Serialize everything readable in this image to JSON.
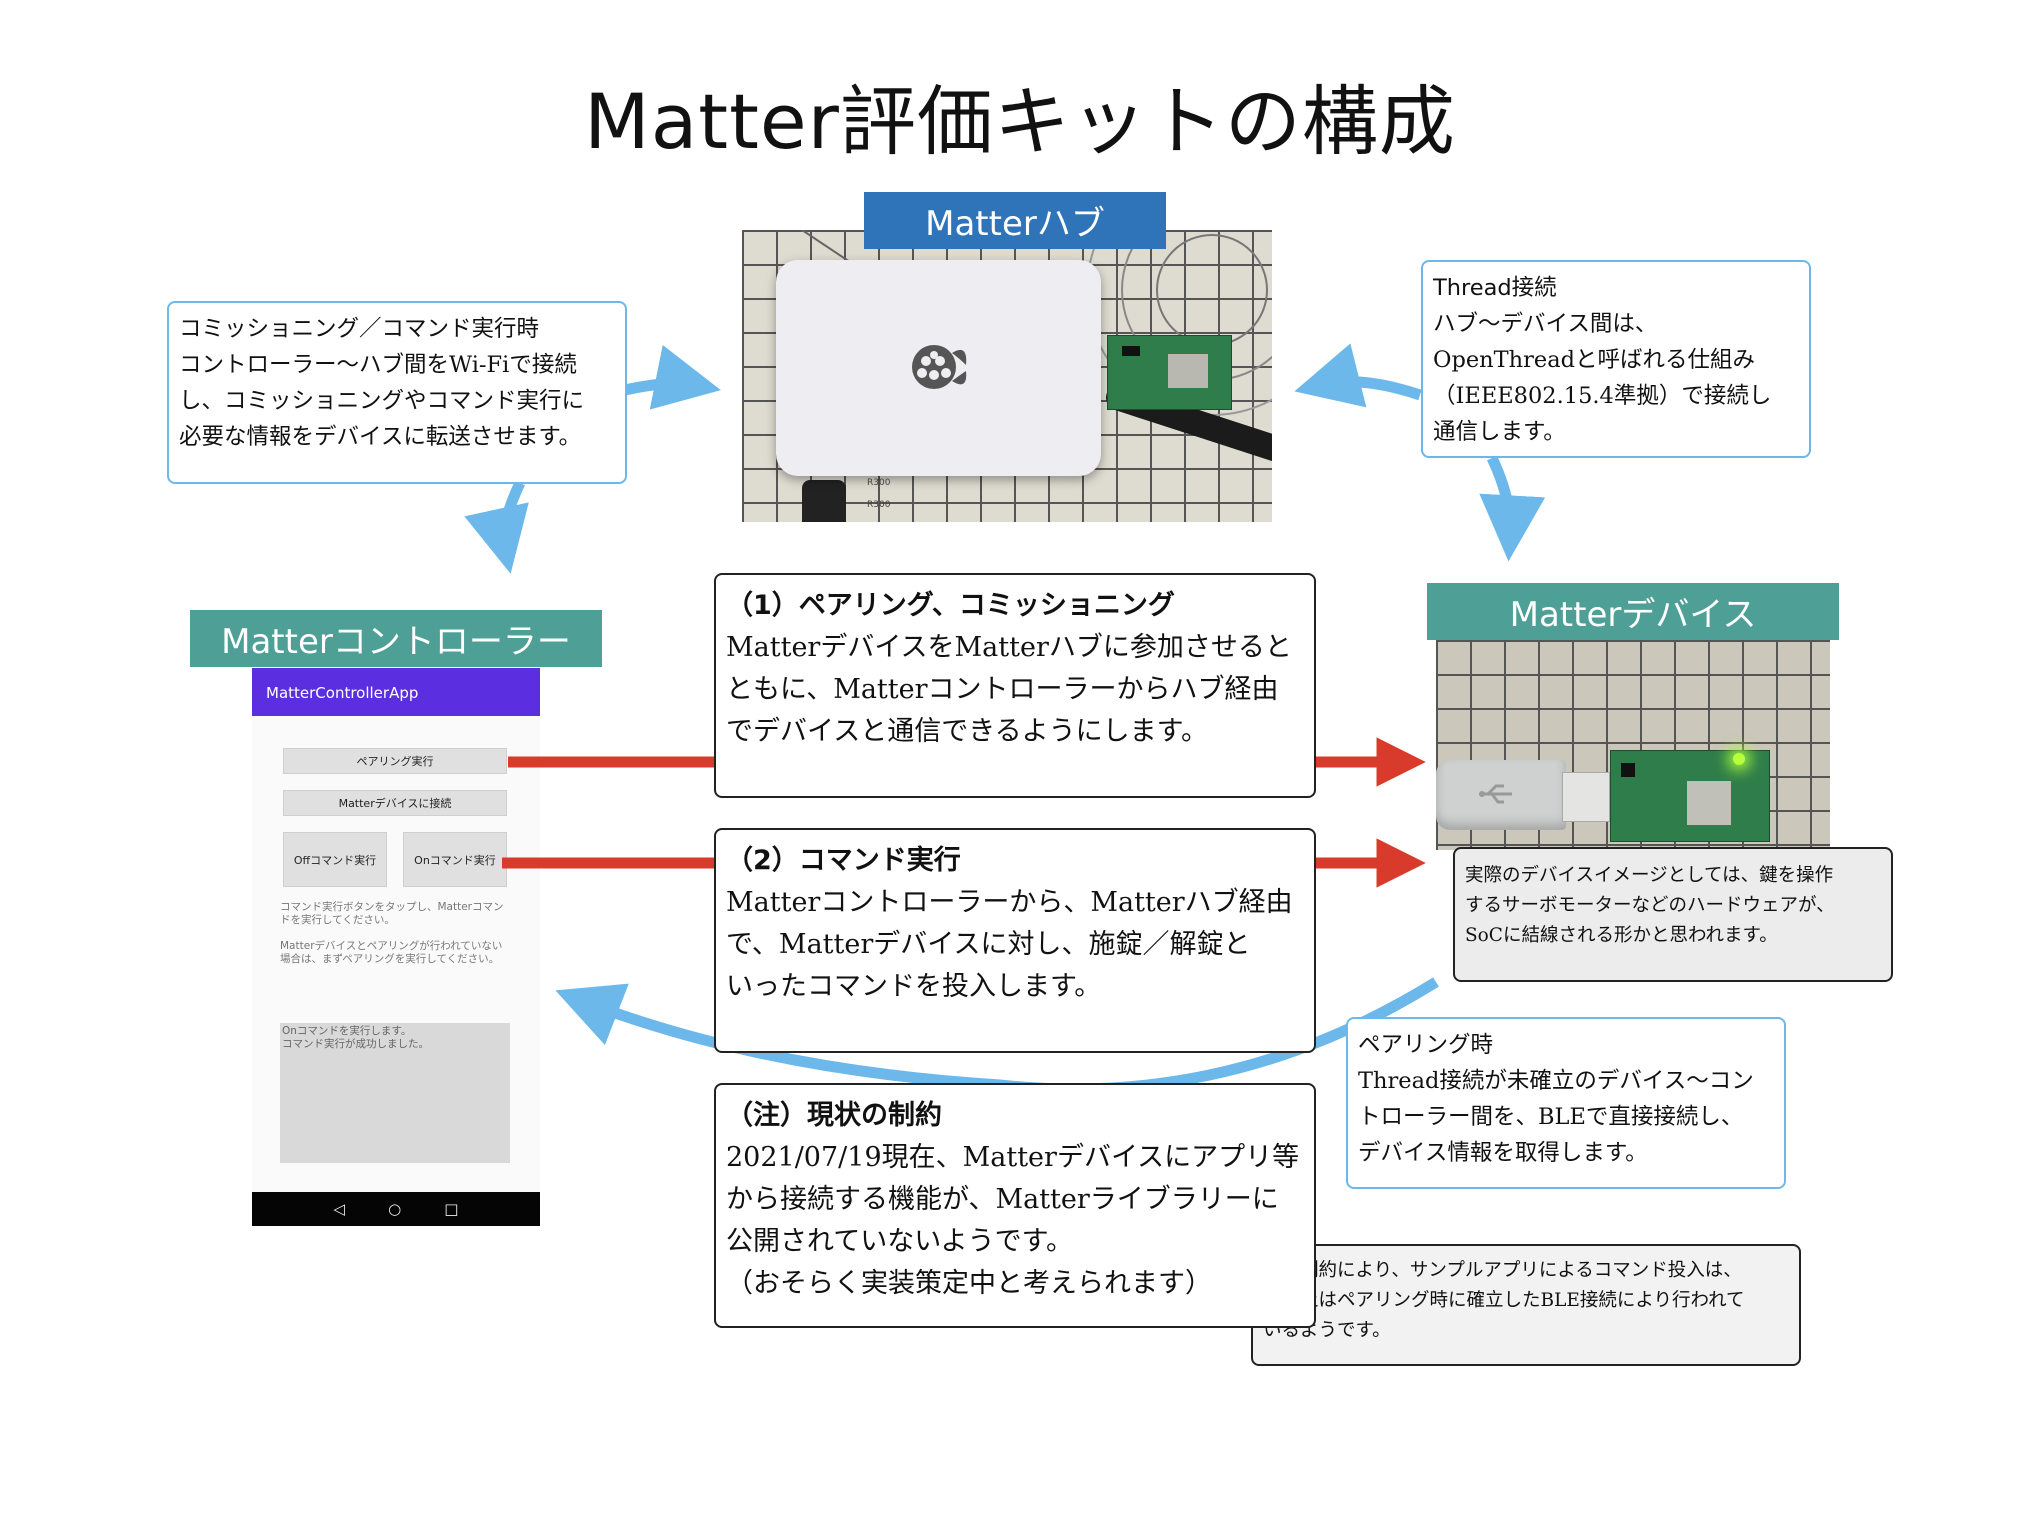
{
  "title": "Matter評価キットの構成",
  "labels": {
    "hub": "Matterハブ",
    "controller": "Matterコントローラー",
    "device": "Matterデバイス"
  },
  "colors": {
    "hub_label": "#2f73b8",
    "teal_label": "#4e9f96",
    "arrow_blue": "#6cb8ea",
    "arrow_red": "#d83b2b",
    "phone_appbar": "#5b2ee0"
  },
  "callouts": {
    "commissioning": {
      "lines": [
        "コミッショニング／コマンド実行時",
        "コントローラー〜ハブ間をWi-Fiで接続",
        "し、コミッショニングやコマンド実行に",
        "必要な情報をデバイスに転送させます。"
      ]
    },
    "thread": {
      "lines": [
        "Thread接続",
        "ハブ〜デバイス間は、",
        "OpenThreadと呼ばれる仕組み",
        "（IEEE802.15.4準拠）で接続し",
        "通信します。"
      ]
    },
    "device_image": {
      "lines": [
        "実際のデバイスイメージとしては、鍵を操作",
        "するサーボモーターなどのハードウェアが、",
        "SoCに結線される形かと思われます。"
      ]
    },
    "pairing": {
      "lines": [
        "ペアリング時",
        "Thread接続が未確立のデバイス〜コン",
        "トローラー間を、BLEで直接接続し、",
        "デバイス情報を取得します。"
      ]
    },
    "constraint_note": {
      "lines": [
        "この制約により、サンプルアプリによるコマンド投入は、",
        "実装上はペアリング時に確立したBLE接続により行われて",
        "いるようです。"
      ]
    }
  },
  "boxes": {
    "pairing": {
      "head": "（1）ペアリング、コミッショニング",
      "lines": [
        "MatterデバイスをMatterハブに参加させると",
        "ともに、Matterコントローラーからハブ経由",
        "でデバイスと通信できるようにします。"
      ]
    },
    "command": {
      "head": "（2）コマンド実行",
      "lines": [
        "Matterコントローラーから、Matterハブ経由",
        "で、Matterデバイスに対し、施錠／解錠と",
        "いったコマンドを投入します。"
      ]
    },
    "note": {
      "head": "（注）現状の制約",
      "lines": [
        "2021/07/19現在、Matterデバイスにアプリ等",
        "から接続する機能が、Matterライブラリーに",
        "公開されていないようです。",
        "（おそらく実装策定中と考えられます）"
      ]
    }
  },
  "phone": {
    "app_title": "MatterControllerApp",
    "buttons": {
      "pairing": "ペアリング実行",
      "connect": "Matterデバイスに接続",
      "off": "Offコマンド実行",
      "on": "Onコマンド実行"
    },
    "hints": [
      "コマンド実行ボタンをタップし、Matterコマンドを実行してください。",
      "Matterデバイスとペアリングが行われていない場合は、まずペアリングを実行してください。"
    ],
    "log": [
      "Onコマンドを実行します。",
      "コマンド実行が成功しました。"
    ],
    "nav": {
      "back": "◁",
      "home": "○",
      "recent": "□"
    }
  },
  "hub_photo": {
    "board_labels": [
      "R300",
      "R300"
    ]
  }
}
